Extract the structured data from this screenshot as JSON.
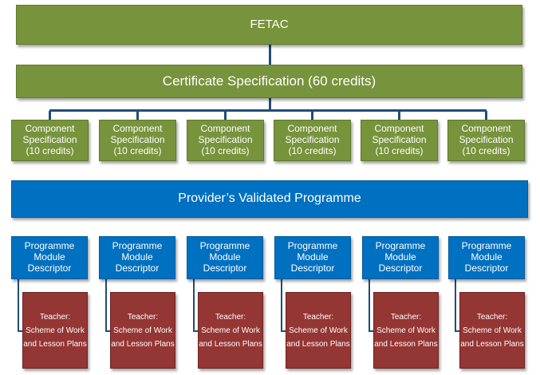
{
  "diagram": {
    "top": "FETAC",
    "certificate": "Certificate Specification (60 credits)",
    "provider": "Provider’s Validated Programme",
    "components": [
      "Component\nSpecification\n(10 credits)",
      "Component\nSpecification\n(10 credits)",
      "Component\nSpecification\n(10 credits)",
      "Component\nSpecification\n(10 credits)",
      "Component\nSpecification\n(10 credits)",
      "Component\nSpecification\n(10 credits)"
    ],
    "descriptors": [
      "Programme\nModule\nDescriptor",
      "Programme\nModule\nDescriptor",
      "Programme\nModule\nDescriptor",
      "Programme\nModule\nDescriptor",
      "Programme\nModule\nDescriptor",
      "Programme\nModule\nDescriptor"
    ],
    "teachers": [
      "Teacher:\nScheme of Work\nand Lesson Plans",
      "Teacher:\nScheme of Work\nand Lesson Plans",
      "Teacher:\nScheme of Work\nand Lesson Plans",
      "Teacher:\nScheme of Work\nand Lesson Plans",
      "Teacher:\nScheme of Work\nand Lesson Plans",
      "Teacher:\nScheme of Work\nand Lesson Plans"
    ],
    "colors": {
      "green": "#77933c",
      "blue": "#0070c0",
      "red": "#943634",
      "connector": "#1f4e79"
    }
  }
}
